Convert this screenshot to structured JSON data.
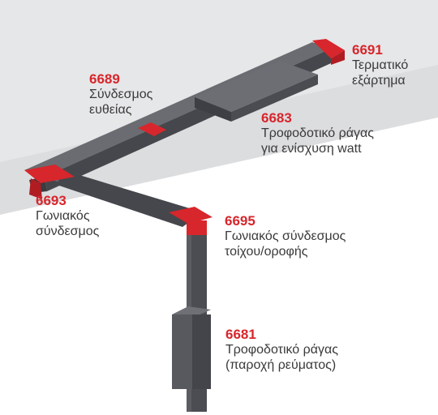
{
  "parts": [
    {
      "code": "6691",
      "desc": "Τερματικό\nεξάρτημα"
    },
    {
      "code": "6689",
      "desc": "Σύνδεσμος\nευθείας"
    },
    {
      "code": "6683",
      "desc": "Τροφοδοτικό ράγας\nγια ενίσχυση watt"
    },
    {
      "code": "6693",
      "desc": "Γωνιακός\nσύνδεσμος"
    },
    {
      "code": "6695",
      "desc": "Γωνιακός σύνδεσμος\nτοίχου/οροφής"
    },
    {
      "code": "6681",
      "desc": "Τροφοδοτικό ράγας\n(παροχή ρεύματος)"
    }
  ],
  "colors": {
    "accent": "#d7262c",
    "rail": "#4b4d52",
    "ceiling": "#e4e5e6",
    "text": "#3a3a3a"
  }
}
